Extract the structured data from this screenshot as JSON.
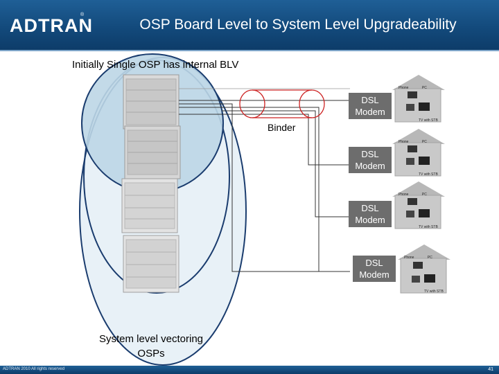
{
  "header": {
    "logo_text": "ADTRAN",
    "logo_mark": "®",
    "title": "OSP Board Level to System Level Upgradeability"
  },
  "main": {
    "subtitle": "Initially Single OSP has internal BLV",
    "binder_label": "Binder",
    "system_label_line1": "System level vectoring",
    "system_label_line2": "OSPs",
    "modems": [
      {
        "line1": "DSL",
        "line2": "Modem"
      },
      {
        "line1": "DSL",
        "line2": "Modem"
      },
      {
        "line1": "DSL",
        "line2": "Modem"
      },
      {
        "line1": "DSL",
        "line2": "Modem"
      }
    ],
    "houses": [
      {
        "label_phone": "Phone",
        "label_pc": "PC",
        "label_tv": "TV with STB"
      },
      {
        "label_phone": "Phone",
        "label_pc": "PC",
        "label_tv": "TV with STB"
      },
      {
        "label_phone": "Phone",
        "label_pc": "PC",
        "label_tv": "TV with STB"
      },
      {
        "label_phone": "Phone",
        "label_pc": "PC",
        "label_tv": "TV with STB"
      }
    ]
  },
  "footer": {
    "copyright": "ADTRAN 2010 All rights reserved",
    "page_number": "41"
  },
  "colors": {
    "header_blue": "#134a7c",
    "ellipse_stroke": "#1a3c6e",
    "ellipse_fill_outer": "#e8f1f7",
    "ellipse_fill_inner": "#bcd6e6",
    "binder_red": "#cc2222",
    "modem_gray": "#6d6d6d"
  }
}
